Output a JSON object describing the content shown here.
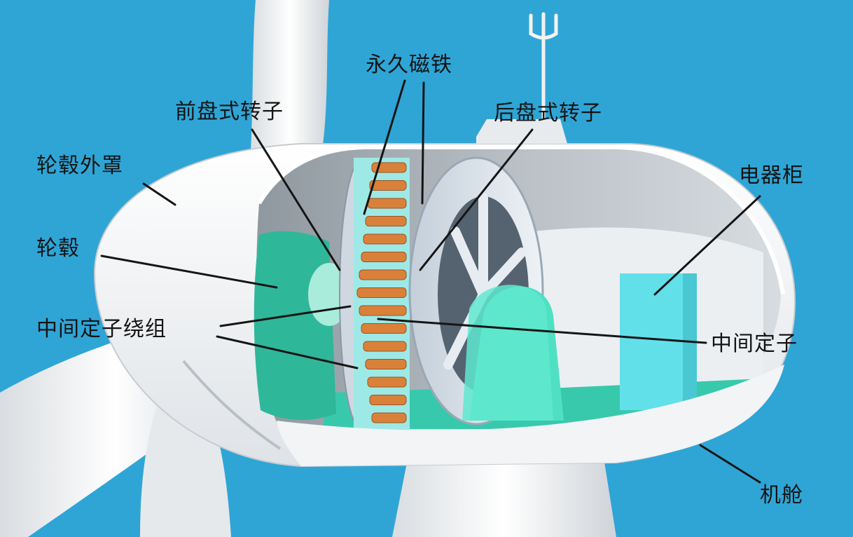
{
  "labels": {
    "hub_cover": "轮毂外罩",
    "hub": "轮毂",
    "middle_stator_winding": "中间定子绕组",
    "front_disc_rotor": "前盘式转子",
    "permanent_magnet": "永久磁铁",
    "rear_disc_rotor": "后盘式转子",
    "electrical_cabinet": "电器柜",
    "middle_stator": "中间定子",
    "nacelle": "机舱"
  },
  "colors": {
    "sky": "#2fa5d6",
    "shell": "#f4f4f4",
    "shell_shadow": "#c9cdd2",
    "teal": "#3fcfb4",
    "cabinet": "#5fdde8",
    "copper": "#d9813a",
    "rotor_disc": "#dfe7ef",
    "text": "#141414"
  }
}
